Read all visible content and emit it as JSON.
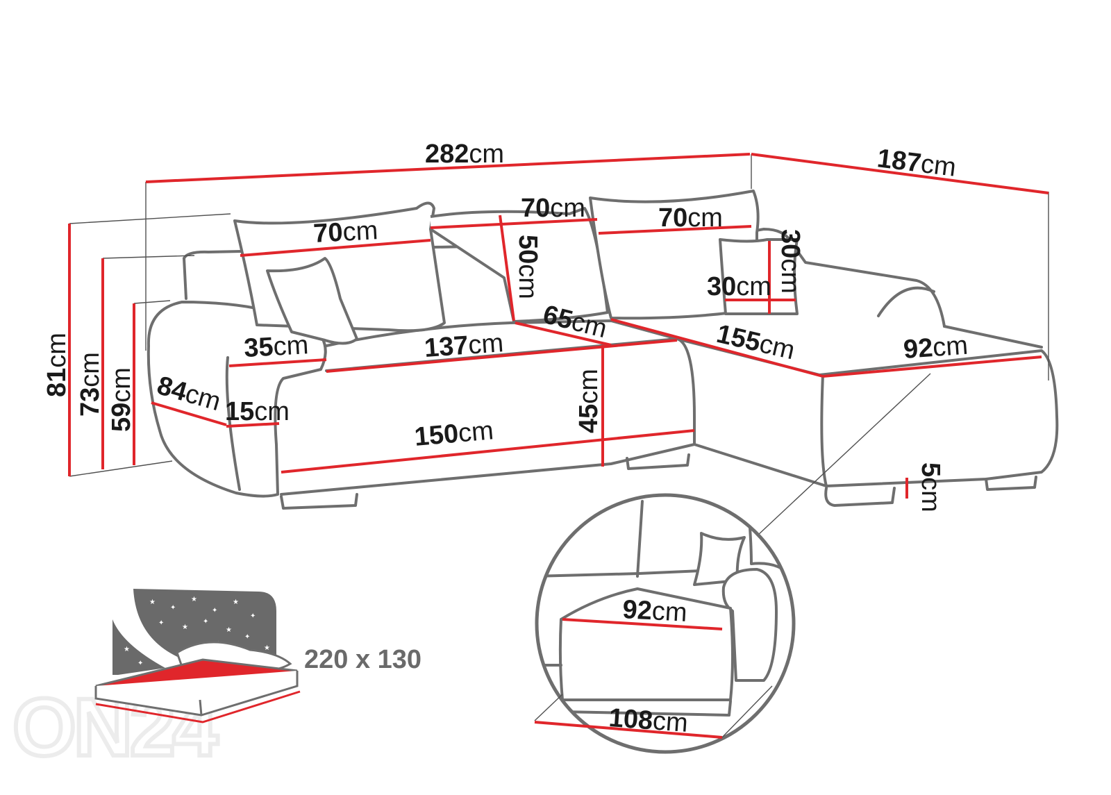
{
  "unit": "cm",
  "dimensions": {
    "total_length": "282",
    "chaise_depth": "187",
    "height_total": "81",
    "height_back": "73",
    "height_armrest": "59",
    "cushion_left": "70",
    "cushion_middle": "70",
    "cushion_right": "70",
    "cushion_height": "50",
    "small_cushion_width": "30",
    "small_cushion_height": "30",
    "armrest_width": "35",
    "seat_width": "137",
    "seat_depth": "65",
    "chaise_length": "155",
    "chaise_width": "92",
    "armrest_depth": "84",
    "armrest_height": "15",
    "front_width": "150",
    "seat_height": "45",
    "leg_height": "5"
  },
  "detail": {
    "top_width": "92",
    "bottom_width": "108"
  },
  "bed": {
    "size": "220 x 130"
  },
  "watermark": "ON24",
  "colors": {
    "dimension_line": "#e0262b",
    "outline": "#6e6e6e",
    "sleep_surface": "#e0262b",
    "night_sky": "#6a6a6a"
  }
}
